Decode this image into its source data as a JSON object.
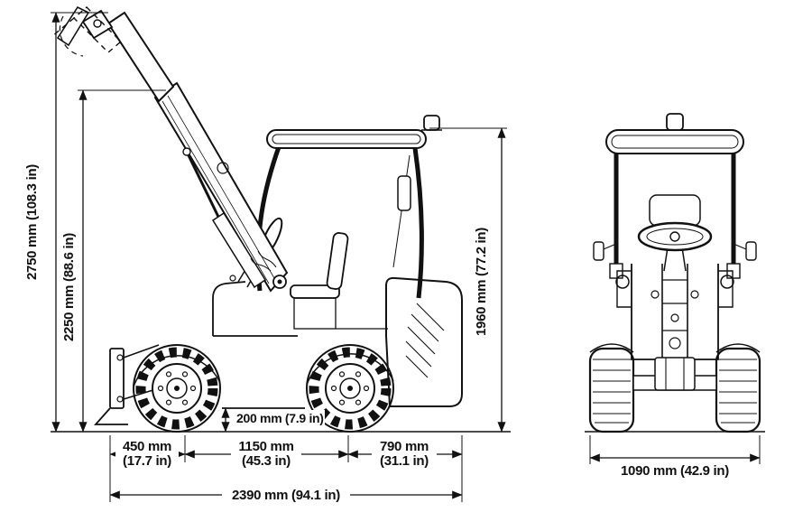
{
  "colors": {
    "background": "#ffffff",
    "line": "#111111"
  },
  "dimensions": {
    "overall_height": "2750 mm (108.3 in)",
    "boom_height": "2250 mm (88.6 in)",
    "canopy_height": "1960 mm (77.2 in)",
    "ground_clearance": "200 mm (7.9 in)",
    "front_overhang": {
      "mm": "450 mm",
      "in": "(17.7 in)"
    },
    "wheelbase": {
      "mm": "1150 mm",
      "in": "(45.3 in)"
    },
    "rear_overhang": {
      "mm": "790 mm",
      "in": "(31.1 in)"
    },
    "overall_length": "2390 mm (94.1 in)",
    "overall_width": "1090 mm (42.9 in)"
  }
}
